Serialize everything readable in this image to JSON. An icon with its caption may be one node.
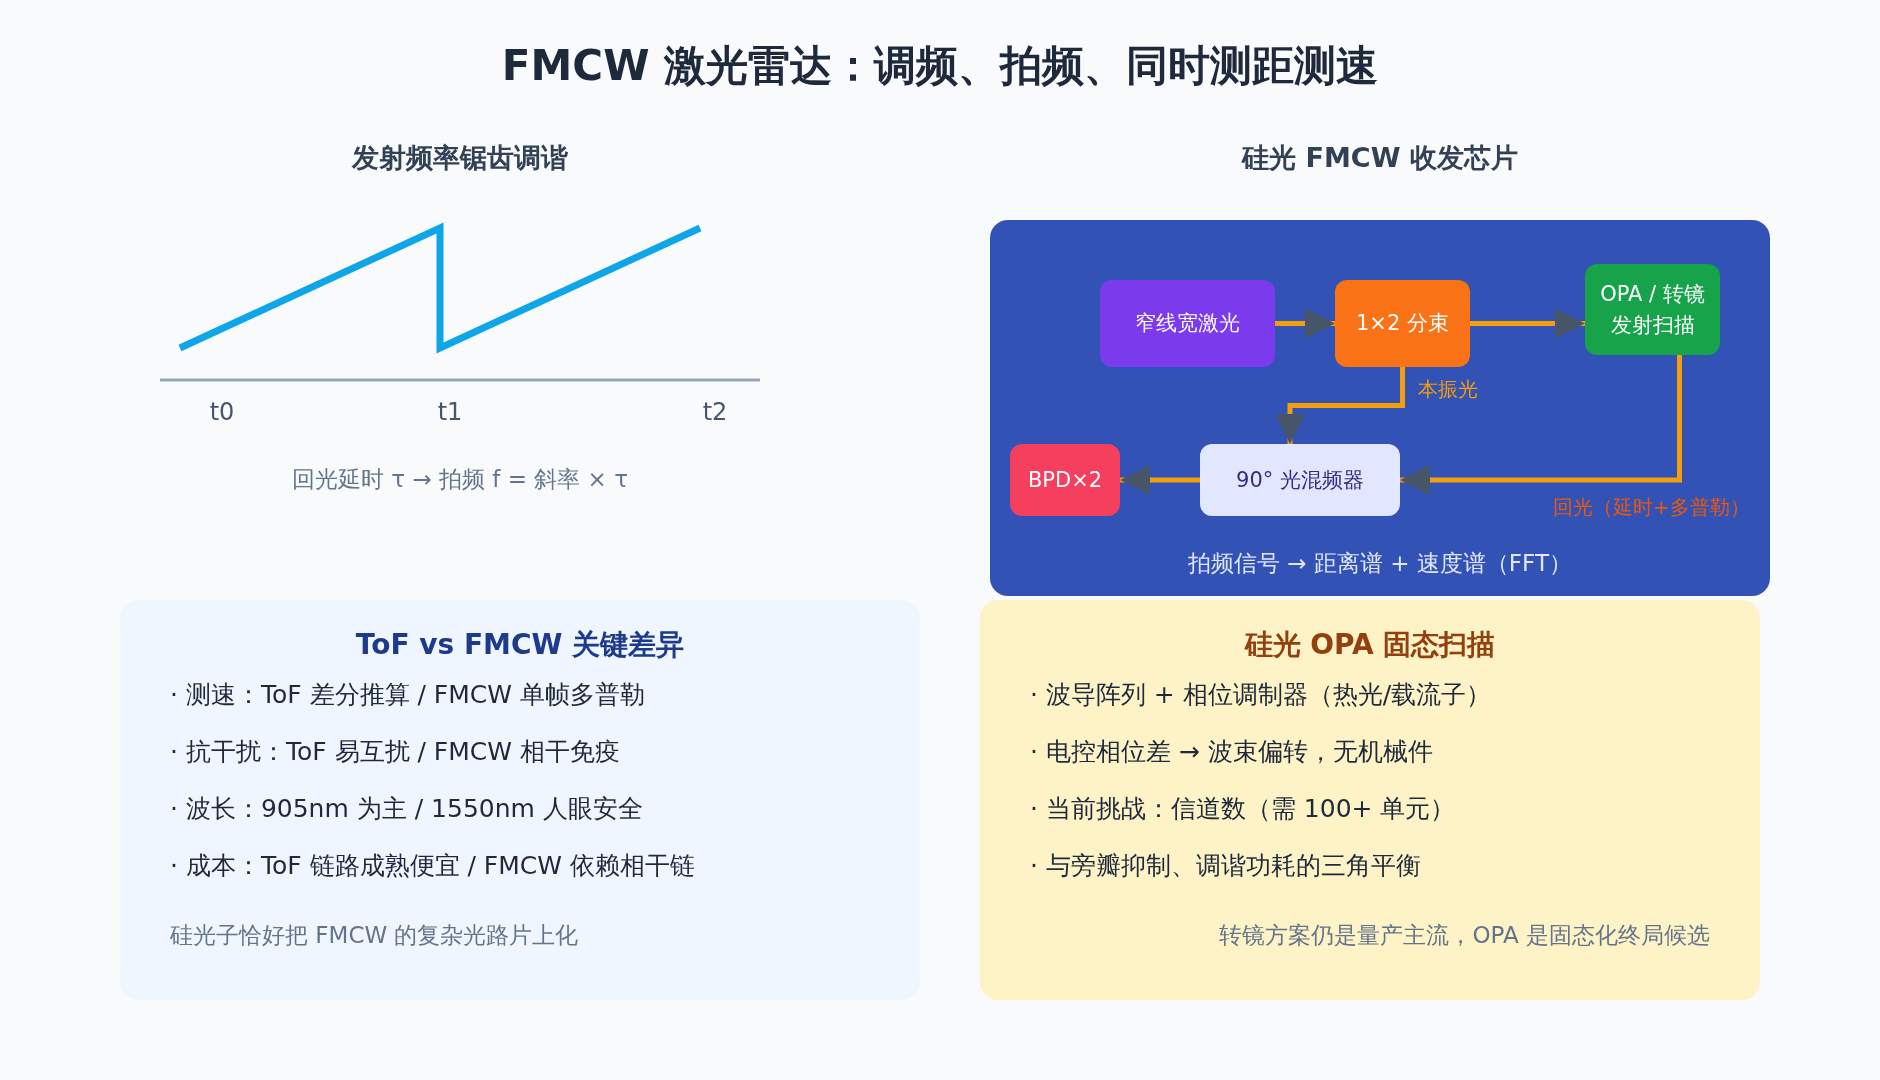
{
  "diagram": {
    "title": "FMCW 激光雷达：调频、拍频、同时测距测速",
    "nodes": [
      {
        "text": [
          "硅光 FMCW 收发芯片",
          "拍频信号 → 距离谱 + 速度谱（FFT）"
        ]
      },
      {
        "text": [
          "窄线宽激光"
        ],
        "in": 0
      },
      {
        "text": [
          "1×2 分束"
        ],
        "in": 0
      },
      {
        "text": [
          "OPA / 转镜发射扫描"
        ],
        "in": 0
      },
      {
        "text": [
          "BPD×2"
        ],
        "in": 0
      },
      {
        "text": [
          "90° 光混频器"
        ],
        "in": 0
      },
      {
        "text": [
          "ToF vs FMCW 关键差异",
          "· 测速：ToF 差分推算 / FMCW 单帧多普勒",
          "· 抗干扰：ToF 易互扰 / FMCW 相干免疫",
          "· 波长：905nm 为主 / 1550nm 人眼安全",
          "· 成本：ToF 链路成熟便宜 / FMCW 依赖相干链",
          "硅光子恰好把 FMCW 的复杂光路片上化"
        ]
      },
      {
        "text": [
          "硅光 OPA 固态扫描",
          "· 波导阵列 + 相位调制器（热光/载流子）",
          "· 电控相位差 → 波束偏转，无机械件",
          "· 当前挑战：信道数（需 100+ 单元）",
          "· 与旁瓣抑制、调谐功耗的三角平衡",
          "转镜方案仍是量产主流，OPA 是固态化终局候选"
        ]
      }
    ],
    "edges": [
      {
        "from": 1,
        "to": 2,
        "arrow": "to"
      },
      {
        "from": 2,
        "to": 3,
        "arrow": "to"
      },
      {
        "from": 2,
        "to": 5,
        "label": "本振光",
        "arrow": "to"
      },
      {
        "from": 3,
        "to": 5,
        "label": "回光（延时+多普勒）",
        "arrow": "to"
      },
      {
        "from": 5,
        "to": 4,
        "arrow": "to"
      }
    ],
    "labels": [
      "发射频率锯齿调谐",
      "t0",
      "t1",
      "t2",
      "回光延时 τ → 拍频 f = 斜率 × τ"
    ]
  }
}
